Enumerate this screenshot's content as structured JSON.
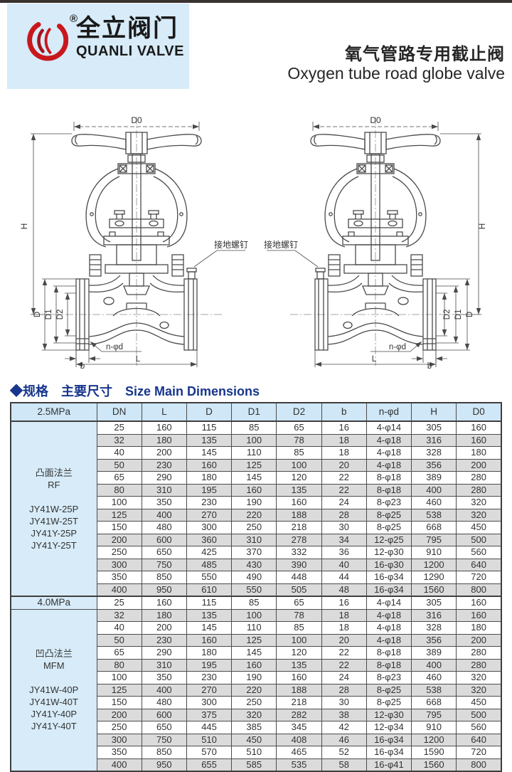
{
  "header": {
    "brand_cn": "全立阀门",
    "brand_en": "QUANLI VALVE",
    "registered_mark": "®",
    "title_cn": "氧气管路专用截止阀",
    "title_en": "Oxygen tube road globe valve"
  },
  "drawing_labels": {
    "d0": "D0",
    "h": "H",
    "d": "D",
    "d1": "D1",
    "d2": "D2",
    "n_phi_d": "n-φd",
    "b": "b",
    "l": "L",
    "grounding_screw": "接地螺钉"
  },
  "section": {
    "title": "◆规格　主要尺寸　Size Main Dimensions"
  },
  "table": {
    "header": [
      "2.5MPa",
      "DN",
      "L",
      "D",
      "D1",
      "D2",
      "b",
      "n-φd",
      "H",
      "D0"
    ],
    "pressure_2_5": {
      "side_label_lines": [
        "凸面法兰",
        "RF",
        "",
        "JY41W-25P",
        "JY41W-25T",
        "JY41Y-25P",
        "JY41Y-25T"
      ],
      "rows": [
        [
          "25",
          "160",
          "115",
          "85",
          "65",
          "16",
          "4-φ14",
          "305",
          "160"
        ],
        [
          "32",
          "180",
          "135",
          "100",
          "78",
          "18",
          "4-φ18",
          "316",
          "160"
        ],
        [
          "40",
          "200",
          "145",
          "110",
          "85",
          "18",
          "4-φ18",
          "328",
          "180"
        ],
        [
          "50",
          "230",
          "160",
          "125",
          "100",
          "20",
          "4-φ18",
          "356",
          "200"
        ],
        [
          "65",
          "290",
          "180",
          "145",
          "120",
          "22",
          "8-φ18",
          "389",
          "280"
        ],
        [
          "80",
          "310",
          "195",
          "160",
          "135",
          "22",
          "8-φ18",
          "400",
          "280"
        ],
        [
          "100",
          "350",
          "230",
          "190",
          "160",
          "24",
          "8-φ23",
          "460",
          "320"
        ],
        [
          "125",
          "400",
          "270",
          "220",
          "188",
          "28",
          "8-φ25",
          "538",
          "320"
        ],
        [
          "150",
          "480",
          "300",
          "250",
          "218",
          "30",
          "8-φ25",
          "668",
          "450"
        ],
        [
          "200",
          "600",
          "360",
          "310",
          "278",
          "34",
          "12-φ25",
          "795",
          "500"
        ],
        [
          "250",
          "650",
          "425",
          "370",
          "332",
          "36",
          "12-φ30",
          "910",
          "560"
        ],
        [
          "300",
          "750",
          "485",
          "430",
          "390",
          "40",
          "16-φ30",
          "1200",
          "640"
        ],
        [
          "350",
          "850",
          "550",
          "490",
          "448",
          "44",
          "16-φ34",
          "1290",
          "720"
        ],
        [
          "400",
          "950",
          "610",
          "550",
          "505",
          "48",
          "16-φ34",
          "1560",
          "800"
        ]
      ]
    },
    "pressure_4_0": {
      "divider_label": "4.0MPa",
      "divider_row": [
        "25",
        "160",
        "115",
        "85",
        "65",
        "16",
        "4-φ14",
        "305",
        "160"
      ],
      "side_label_lines": [
        "凹凸法兰",
        "MFM",
        "",
        "JY41W-40P",
        "JY41W-40T",
        "JY41Y-40P",
        "JY41Y-40T"
      ],
      "rows": [
        [
          "32",
          "180",
          "135",
          "100",
          "78",
          "18",
          "4-φ18",
          "316",
          "160"
        ],
        [
          "40",
          "200",
          "145",
          "110",
          "85",
          "18",
          "4-φ18",
          "328",
          "180"
        ],
        [
          "50",
          "230",
          "160",
          "125",
          "100",
          "20",
          "4-φ18",
          "356",
          "200"
        ],
        [
          "65",
          "290",
          "180",
          "145",
          "120",
          "22",
          "8-φ18",
          "389",
          "280"
        ],
        [
          "80",
          "310",
          "195",
          "160",
          "135",
          "22",
          "8-φ18",
          "400",
          "280"
        ],
        [
          "100",
          "350",
          "230",
          "190",
          "160",
          "24",
          "8-φ23",
          "460",
          "320"
        ],
        [
          "125",
          "400",
          "270",
          "220",
          "188",
          "28",
          "8-φ25",
          "538",
          "320"
        ],
        [
          "150",
          "480",
          "300",
          "250",
          "218",
          "30",
          "8-φ25",
          "668",
          "450"
        ],
        [
          "200",
          "600",
          "375",
          "320",
          "282",
          "38",
          "12-φ30",
          "795",
          "500"
        ],
        [
          "250",
          "650",
          "445",
          "385",
          "345",
          "42",
          "12-φ34",
          "910",
          "560"
        ],
        [
          "300",
          "750",
          "510",
          "450",
          "408",
          "46",
          "16-φ34",
          "1200",
          "640"
        ],
        [
          "350",
          "850",
          "570",
          "510",
          "465",
          "52",
          "16-φ34",
          "1590",
          "720"
        ],
        [
          "400",
          "950",
          "655",
          "585",
          "535",
          "58",
          "16-φ41",
          "1560",
          "800"
        ]
      ]
    }
  },
  "colors": {
    "top_bar": "#38332f",
    "logo_box_blue": "#d7ebf8",
    "table_header_blue": "#cfe7f6",
    "row_gray": "#dbdbdb",
    "logo_red": "#c8181d",
    "section_title_blue": "#17368d"
  }
}
